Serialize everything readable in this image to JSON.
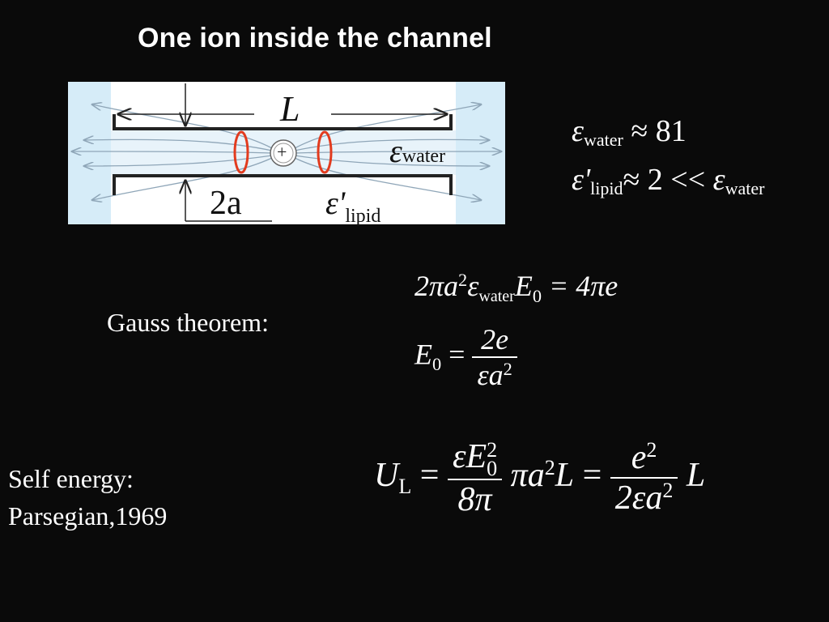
{
  "slide": {
    "title": "One ion inside the channel",
    "figure": {
      "length_label": "L",
      "radius_label": "2a",
      "ion_sign": "+",
      "eps_symbol": "ε",
      "eps_prime_symbol": "ε'",
      "water_label": "water",
      "lipid_label": "lipid",
      "colors": {
        "water_bg": "#d6ecf8",
        "lipid_bg": "#ffffff",
        "field_lines": "#8fa6b8",
        "rings": "#e23b1e",
        "walls": "#222222"
      }
    },
    "permittivities": {
      "line1": {
        "symbol": "ε",
        "sub": "water",
        "rel": "≈ 81"
      },
      "line2": {
        "symbol": "ε'",
        "sub": "lipid",
        "rel": "≈ 2 <<",
        "symbol2": "ε",
        "sub2": "water"
      }
    },
    "gauss": {
      "label": "Gauss theorem:",
      "eq1": {
        "lhs_coef": "2πa",
        "lhs_exp": "2",
        "eps": "ε",
        "eps_sub": "water",
        "field": "E",
        "field_sub": "0",
        "rhs": "= 4πe"
      },
      "eq2": {
        "field": "E",
        "field_sub": "0",
        "eq": "=",
        "num": "2e",
        "den": "εa",
        "den_exp": "2"
      }
    },
    "self_energy": {
      "label": "Self energy:",
      "citation": "Parsegian,1969",
      "eq": {
        "lhs": "U",
        "lhs_sub": "L",
        "eq1": "=",
        "frac1_num": "εE",
        "frac1_num_exp": "2",
        "frac1_num_sub": "0",
        "frac1_den": "8π",
        "middle": "πa",
        "middle_exp": "2",
        "middle_tail": "L",
        "eq2": "=",
        "frac2_num": "e",
        "frac2_num_exp": "2",
        "frac2_den": "2εa",
        "frac2_den_exp": "2",
        "tail": "L"
      }
    }
  }
}
